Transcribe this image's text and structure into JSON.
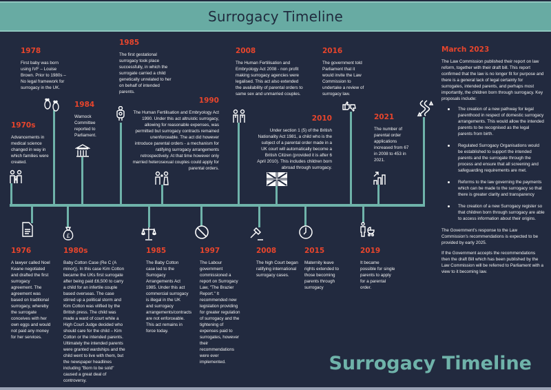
{
  "header": {
    "title": "Surrogacy Timeline"
  },
  "footer": {
    "title": "Surrogacy Timeline"
  },
  "colors": {
    "background": "#222a3f",
    "accent_teal": "#6fb3aa",
    "header_bg": "#68aba3",
    "year_red": "#e8452c",
    "text": "#f2f2f2"
  },
  "events_above": [
    {
      "year": "1978",
      "text": "First baby was born using IVF – Louise Brown. Prior to 1980s – No legal framework for surrogacy in the UK.",
      "icon": "footprints-icon"
    },
    {
      "year": "1970s",
      "text": "Advancements in medical science changed in way in which families were created.",
      "icon": "family-icon"
    },
    {
      "year": "1984",
      "text": "Warnock Committee reported to Parliament.",
      "icon": "parliament-building-icon"
    },
    {
      "year": "1985",
      "text": "The first gestational surrogacy took place successfully, in which the surrogate carried a child genetically unrelated to her on behalf of intended parents.",
      "icon": "pregnant-woman-icon"
    },
    {
      "year": "1990",
      "text": "The Human Fertilisation and Embryology Act 1990. Under this act altruistic surrogacy, allowing for reasonable expenses, was permitted but surrogacy contracts remained unenforceable. The act did however introduce parental orders - a mechanism for ratifying surrogacy arrangements retrospectively. At that time however only married heterosexual couples could apply for parental orders.",
      "icon": "couple-with-child-icon"
    },
    {
      "year": "2008",
      "text": "The Human Fertilisation and Embryology Act 2008 - non profit making surrogacy agencies were legalised. This act also extended the availability of parental orders to same sex and unmarried couples.",
      "icon": "same-sex-couple-icon"
    },
    {
      "year": "2016",
      "text": "The government told Parliament that it would invite the Law Commission to undertake a review of surrogacy law.",
      "icon": "thumbs-up-down-icon"
    },
    {
      "year": "2010",
      "text": "Under section 1 (5) of the British Nationality Act 1981, a child who is the subject of a parental order made in a UK court will automatically become a British Citizen (provided it is after 6 April 2010). This includes children born abroad through surrogacy.",
      "icon": "uk-flag-icon"
    },
    {
      "year": "2021",
      "text": "The number of parental order applications increased from 67 in 2008 to 453 in 2021.",
      "icon": "bar-chart-growth-icon"
    }
  ],
  "march_2023": {
    "year": "March 2023",
    "intro": "The Law Commission published their report on law reform, together with their draft bill. This report confirmed that the law is no longer fit for purpose and there is a general lack of legal certainty for surrogates, intended parents, and perhaps most importantly, the children born through surrogacy. Key proposals include:",
    "bullets": [
      "The creation of a new pathway for legal parenthood in respect of domestic surrogacy arrangements. This would allow the intended parents to be recognised as the legal parents from birth.",
      "Regulated Surrogacy Organisations would be established to support the intended parents and the surrogate through the process and ensure that all screening and safeguarding requirements are met.",
      "Reforms to the law governing the payments which can be made to the surrogacy so that there is greater clarity and transparency",
      "The creation of a new Surrogacy register so that children born through surrogacy are able to access information about their origins."
    ],
    "response": "The Government's response to the Law Commission's recommendations is expected to be provided by early 2025.",
    "outcome": "If the Government accepts the recommendations then the draft Bill which has been published by the Law Commission will be referred to Parliament with a view to it becoming law.",
    "icon": "winding-road-icon"
  },
  "events_below": [
    {
      "year": "1976",
      "text": "A lawyer called Noel Keane negotiated and drafted the first surrogacy agreement. The agreement was based on traditional surrogacy, whereby the surrogate conceives with her own eggs and would not paid any money for her services.",
      "icon": "document-icon"
    },
    {
      "year": "1980s",
      "text": "Baby Cotton Case (Re C (A minor)). In this case Kim Cotton became the UKs first surrogate after being paid £6,500 to carry a child for an infertile couple based overseas. The case stirred up a political storm and Kim Cotton was vilified by the British press. The child was made a ward of court while a High Court Judge decided who should care for the child – Kim Cotton or the intended parents. Ultimately the intended parents were granted wardships and the child went to live with them, but the newspaper headlines including \"Born to be sold\" caused a great deal of controversy.",
      "icon": "money-bag-pound-icon"
    },
    {
      "year": "1985",
      "text": "The Baby Cotton case led to the Surrogacy Arrangements Act 1985. Under this act commercial surrogacy is illegal in the UK and surrogacy arrangements/contracts are not enforceable. This act remains in force today.",
      "icon": "scales-of-justice-icon"
    },
    {
      "year": "1997",
      "text": "The Labour government commissioned a report on Surrogacy Law, \"The Brazier Report.\" It recommended new legislation providing for greater regulation of surrogacy and the tightening of expenses paid to surrogates, however their recommendations were ever implemented.",
      "icon": "prohibited-icon"
    },
    {
      "year": "2008",
      "text": "The high Court began ratifying international surrogacy cases.",
      "icon": "gavel-icon"
    },
    {
      "year": "2015",
      "text": "Maternity leave rights extended to those becoming parents through surrogacy",
      "icon": "clock-icon"
    },
    {
      "year": "2019",
      "text": "It became possible for single parents to apply for a parental order.",
      "icon": "parent-with-pram-icon"
    }
  ]
}
